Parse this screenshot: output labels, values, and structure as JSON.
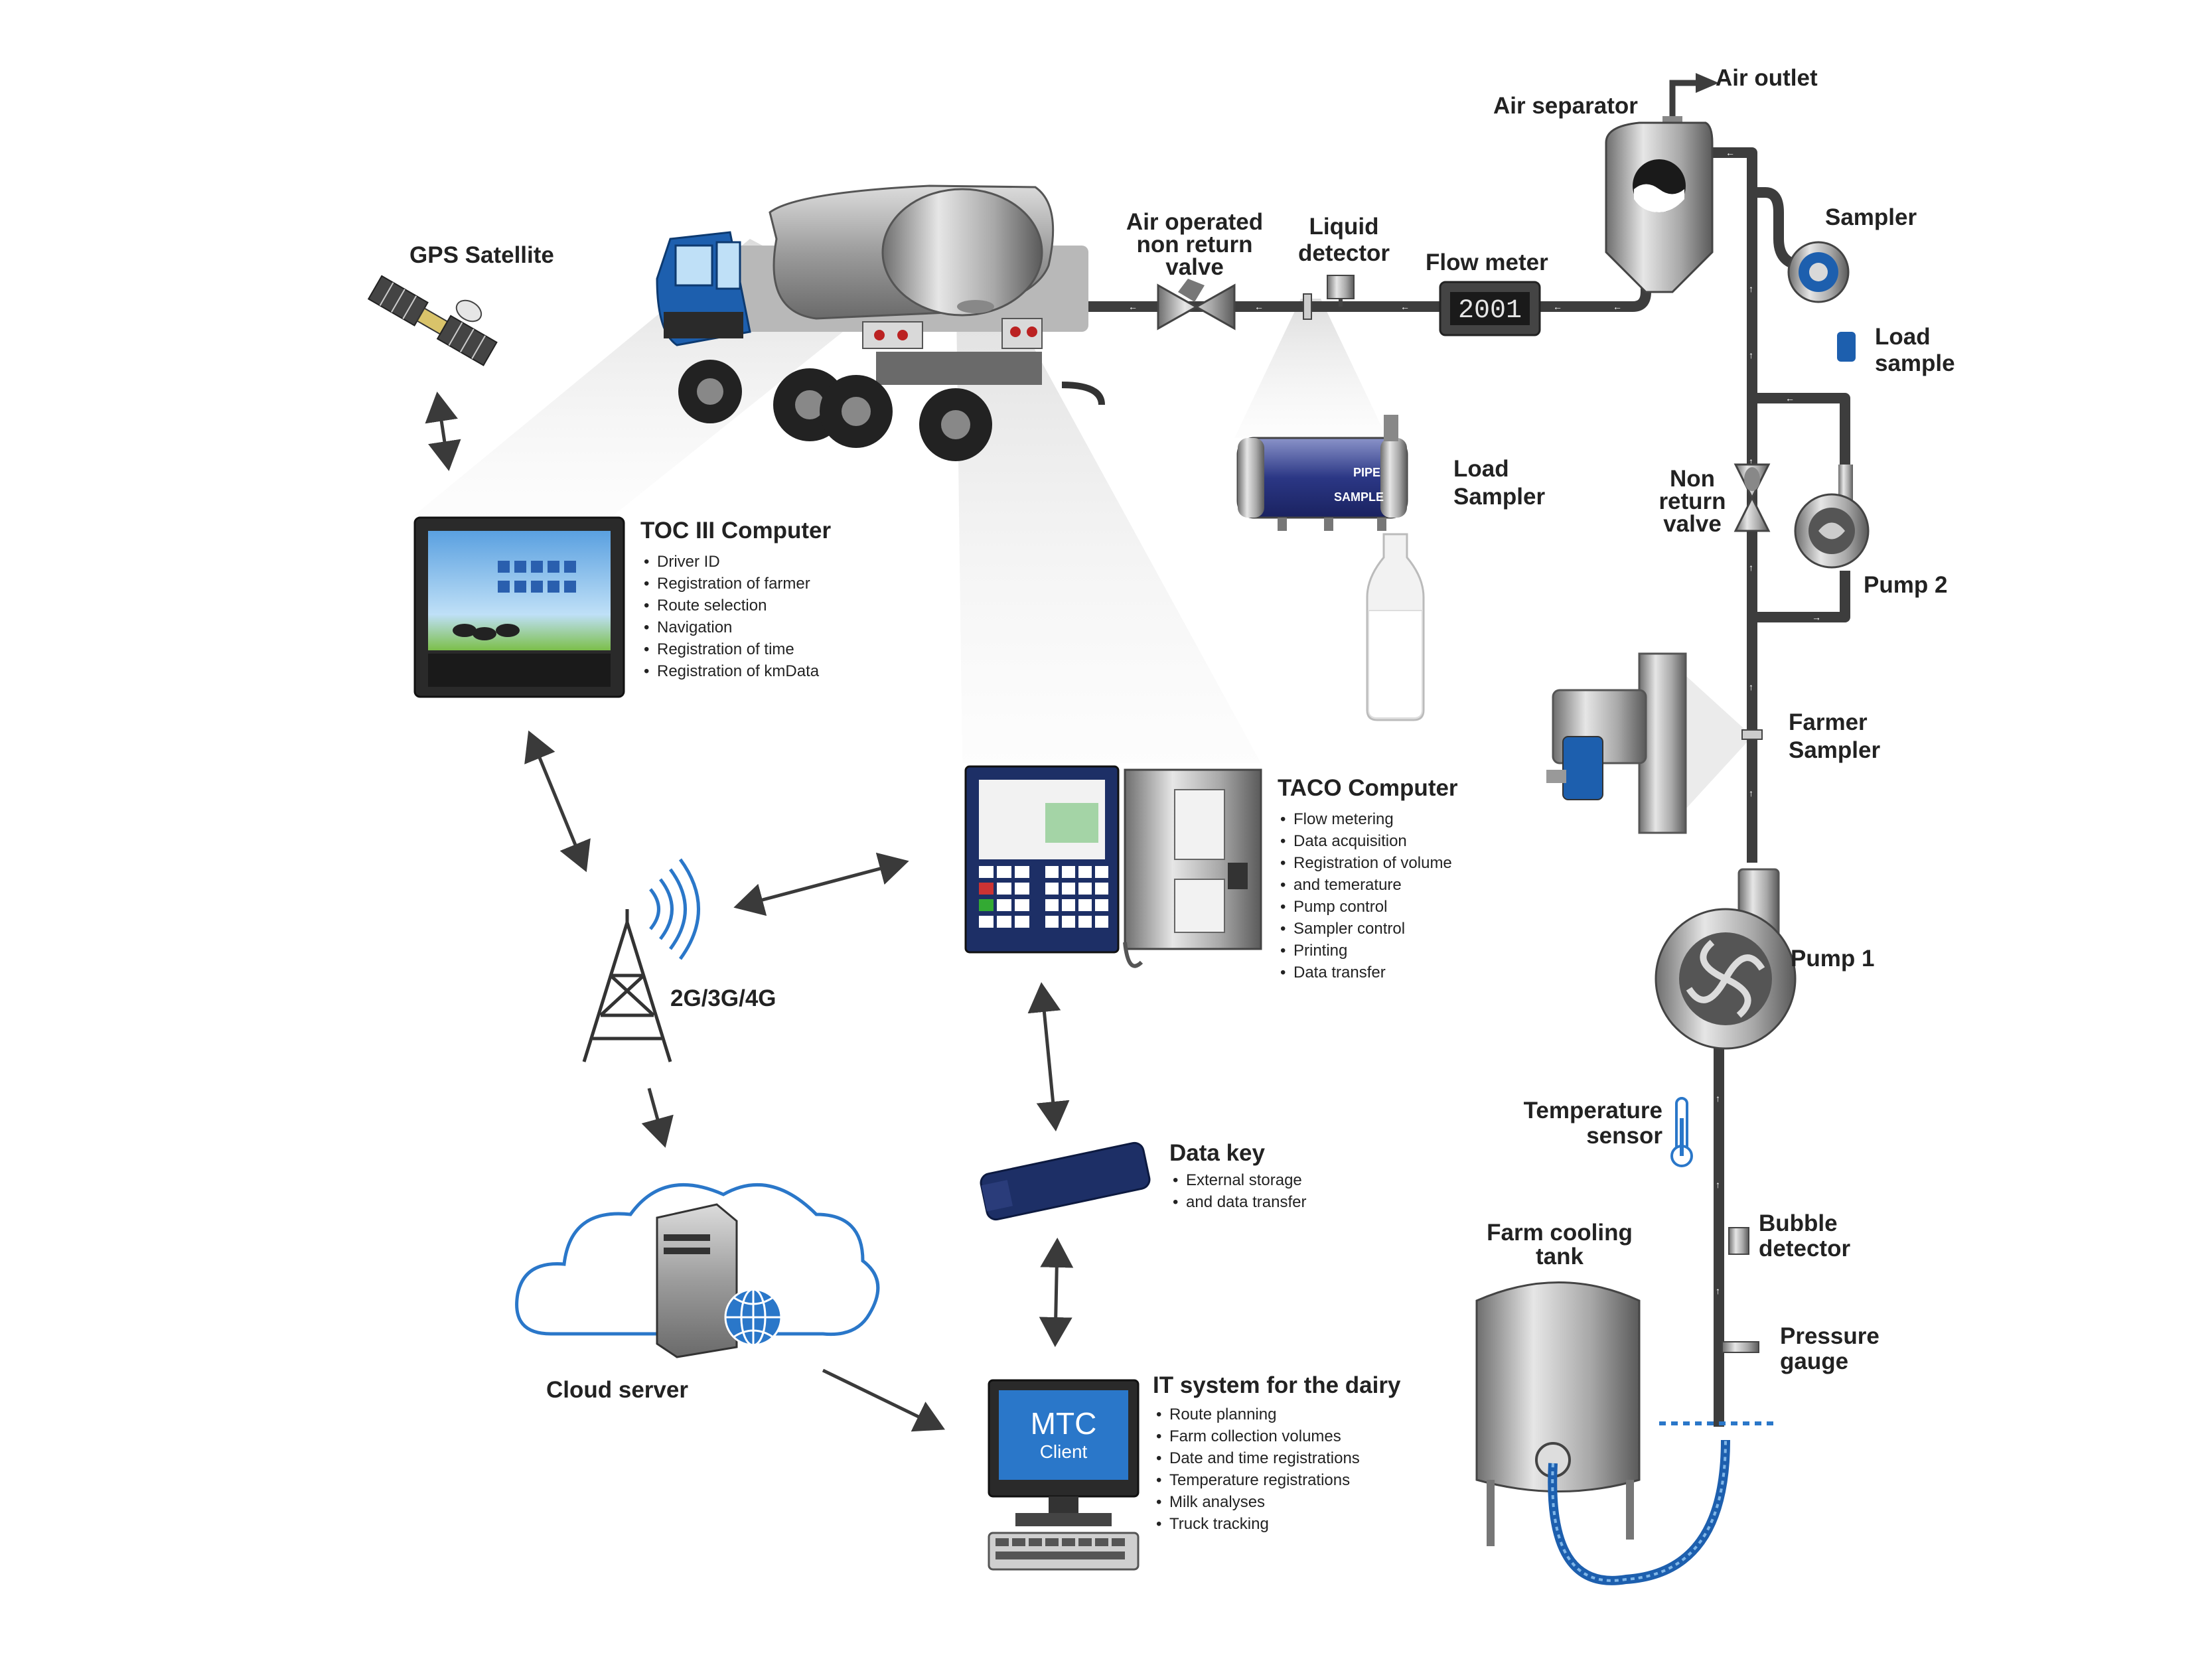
{
  "labels": {
    "air_outlet": "Air outlet",
    "air_separator": "Air separator",
    "sampler": "Sampler",
    "load_sample": [
      "Load",
      "sample"
    ],
    "air_valve": [
      "Air operated",
      "non return",
      "valve"
    ],
    "liquid_detector": [
      "Liquid",
      "detector"
    ],
    "flow_meter": "Flow meter",
    "flow_display": "2001",
    "gps": "GPS Satellite",
    "load_sampler": [
      "Load",
      "Sampler"
    ],
    "load_sampler_pipe": "PIPE",
    "load_sampler_sample": "SAMPLE",
    "non_return_valve": [
      "Non",
      "return",
      "valve"
    ],
    "pump2": "Pump 2",
    "farmer_sampler": [
      "Farmer",
      "Sampler"
    ],
    "pump1": "Pump 1",
    "network": "2G/3G/4G",
    "temperature_sensor": [
      "Temperature",
      "sensor"
    ],
    "bubble_detector": [
      "Bubble",
      "detector"
    ],
    "farm_cooling_tank": [
      "Farm cooling",
      "tank"
    ],
    "pressure_gauge": [
      "Pressure",
      "gauge"
    ],
    "cloud_server": "Cloud server",
    "mtc_screen": [
      "MTC",
      "Client"
    ]
  },
  "toc": {
    "title": "TOC III Computer",
    "items": [
      "Driver ID",
      "Registration of farmer",
      "Route selection",
      "Navigation",
      "Registration of time",
      "Registration of kmData"
    ]
  },
  "taco": {
    "title": "TACO Computer",
    "items": [
      "Flow metering",
      "Data acquisition",
      "Registration of volume",
      "and temerature",
      "Pump control",
      "Sampler control",
      "Printing",
      "Data transfer"
    ]
  },
  "datakey": {
    "title": "Data key",
    "items": [
      "External storage",
      "and data transfer"
    ]
  },
  "it": {
    "title": "IT system for the dairy",
    "items": [
      "Route planning",
      "Farm collection volumes",
      "Date and time registrations",
      "Temperature registrations",
      "Milk analyses",
      "Truck tracking"
    ]
  },
  "colors": {
    "pipe": "#3d3d3d",
    "truck_blue": "#1d5fae",
    "hose_blue": "#2a77c9",
    "cloud_outline": "#2a77c9",
    "arrow": "#3a3a3a",
    "steel": "#9a9a9a",
    "panel_blue": "#1d2f66"
  }
}
